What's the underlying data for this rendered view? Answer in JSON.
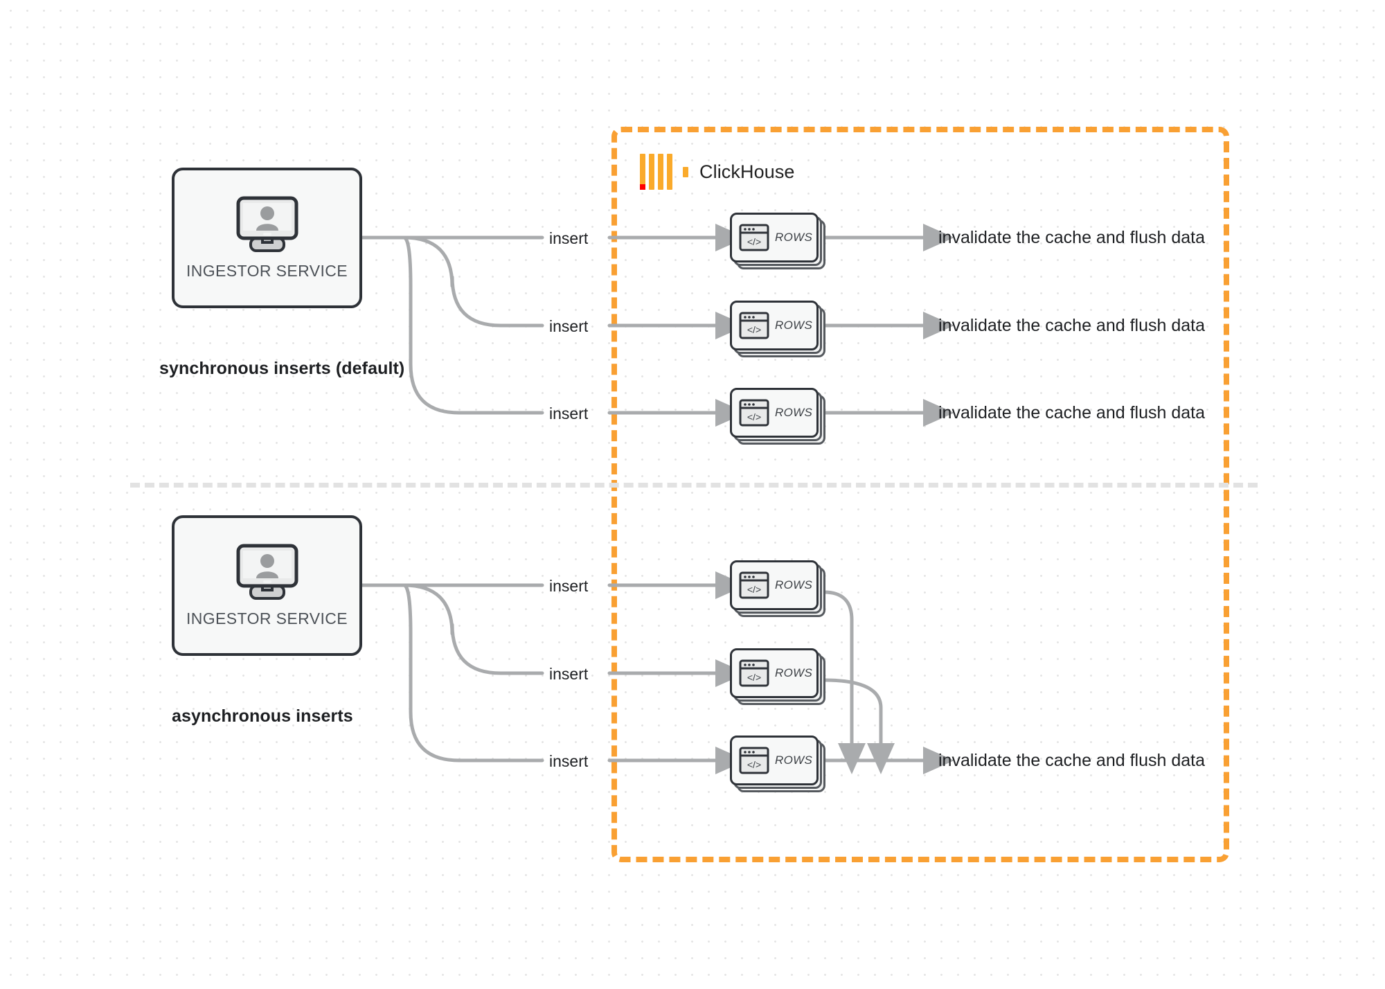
{
  "diagram": {
    "title": "ClickHouse synchronous vs asynchronous inserts",
    "colors": {
      "boundary": "#f9a033",
      "logo_yellow": "#faaa2b",
      "logo_red": "#ff0000",
      "node_border": "#2e3238",
      "node_fill": "#f7f8f8",
      "connector": "#a9abad",
      "divider": "#e2e2e2",
      "text": "#1d1f22"
    },
    "boundary": {
      "logo_name": "ClickHouse",
      "logo_icon": "clickhouse-logo-icon"
    },
    "divider_style": "dashed"
  },
  "sections": [
    {
      "id": "synchronous",
      "caption": "synchronous inserts (default)",
      "source": {
        "label": "INGESTOR SERVICE",
        "icon": "monitor-user-icon"
      },
      "rows": [
        {
          "edge_label": "insert",
          "node_label": "ROWS",
          "node_icon": "code-window-icon",
          "result_label": "invalidate the cache and flush data"
        },
        {
          "edge_label": "insert",
          "node_label": "ROWS",
          "node_icon": "code-window-icon",
          "result_label": "invalidate the cache and flush data"
        },
        {
          "edge_label": "insert",
          "node_label": "ROWS",
          "node_icon": "code-window-icon",
          "result_label": "invalidate the cache and flush data"
        }
      ]
    },
    {
      "id": "asynchronous",
      "caption": "asynchronous inserts",
      "source": {
        "label": "INGESTOR SERVICE",
        "icon": "monitor-user-icon"
      },
      "rows": [
        {
          "edge_label": "insert",
          "node_label": "ROWS",
          "node_icon": "code-window-icon",
          "result_label": ""
        },
        {
          "edge_label": "insert",
          "node_label": "ROWS",
          "node_icon": "code-window-icon",
          "result_label": ""
        },
        {
          "edge_label": "insert",
          "node_label": "ROWS",
          "node_icon": "code-window-icon",
          "result_label": "invalidate the cache and flush data"
        }
      ]
    }
  ]
}
